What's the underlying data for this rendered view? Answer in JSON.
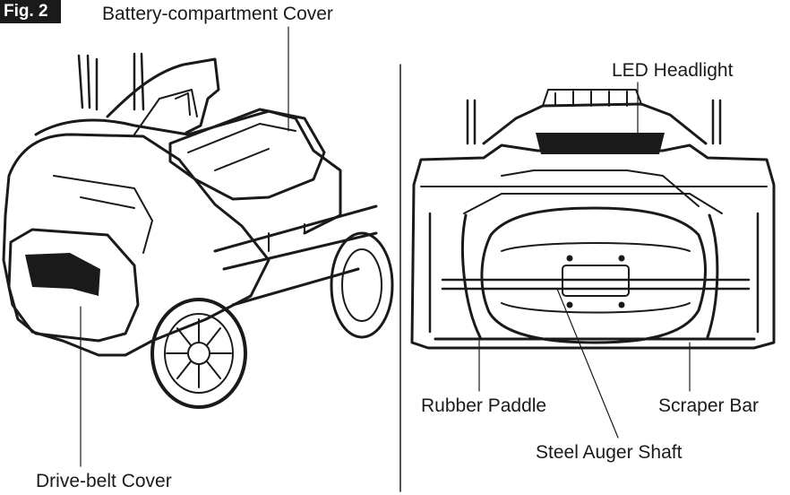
{
  "figure_label": "Fig. 2",
  "labels": {
    "battery_cover": "Battery-compartment Cover",
    "drive_belt_cover": "Drive-belt Cover",
    "led_headlight": "LED Headlight",
    "rubber_paddle": "Rubber Paddle",
    "scraper_bar": "Scraper Bar",
    "steel_auger_shaft": "Steel Auger Shaft"
  }
}
